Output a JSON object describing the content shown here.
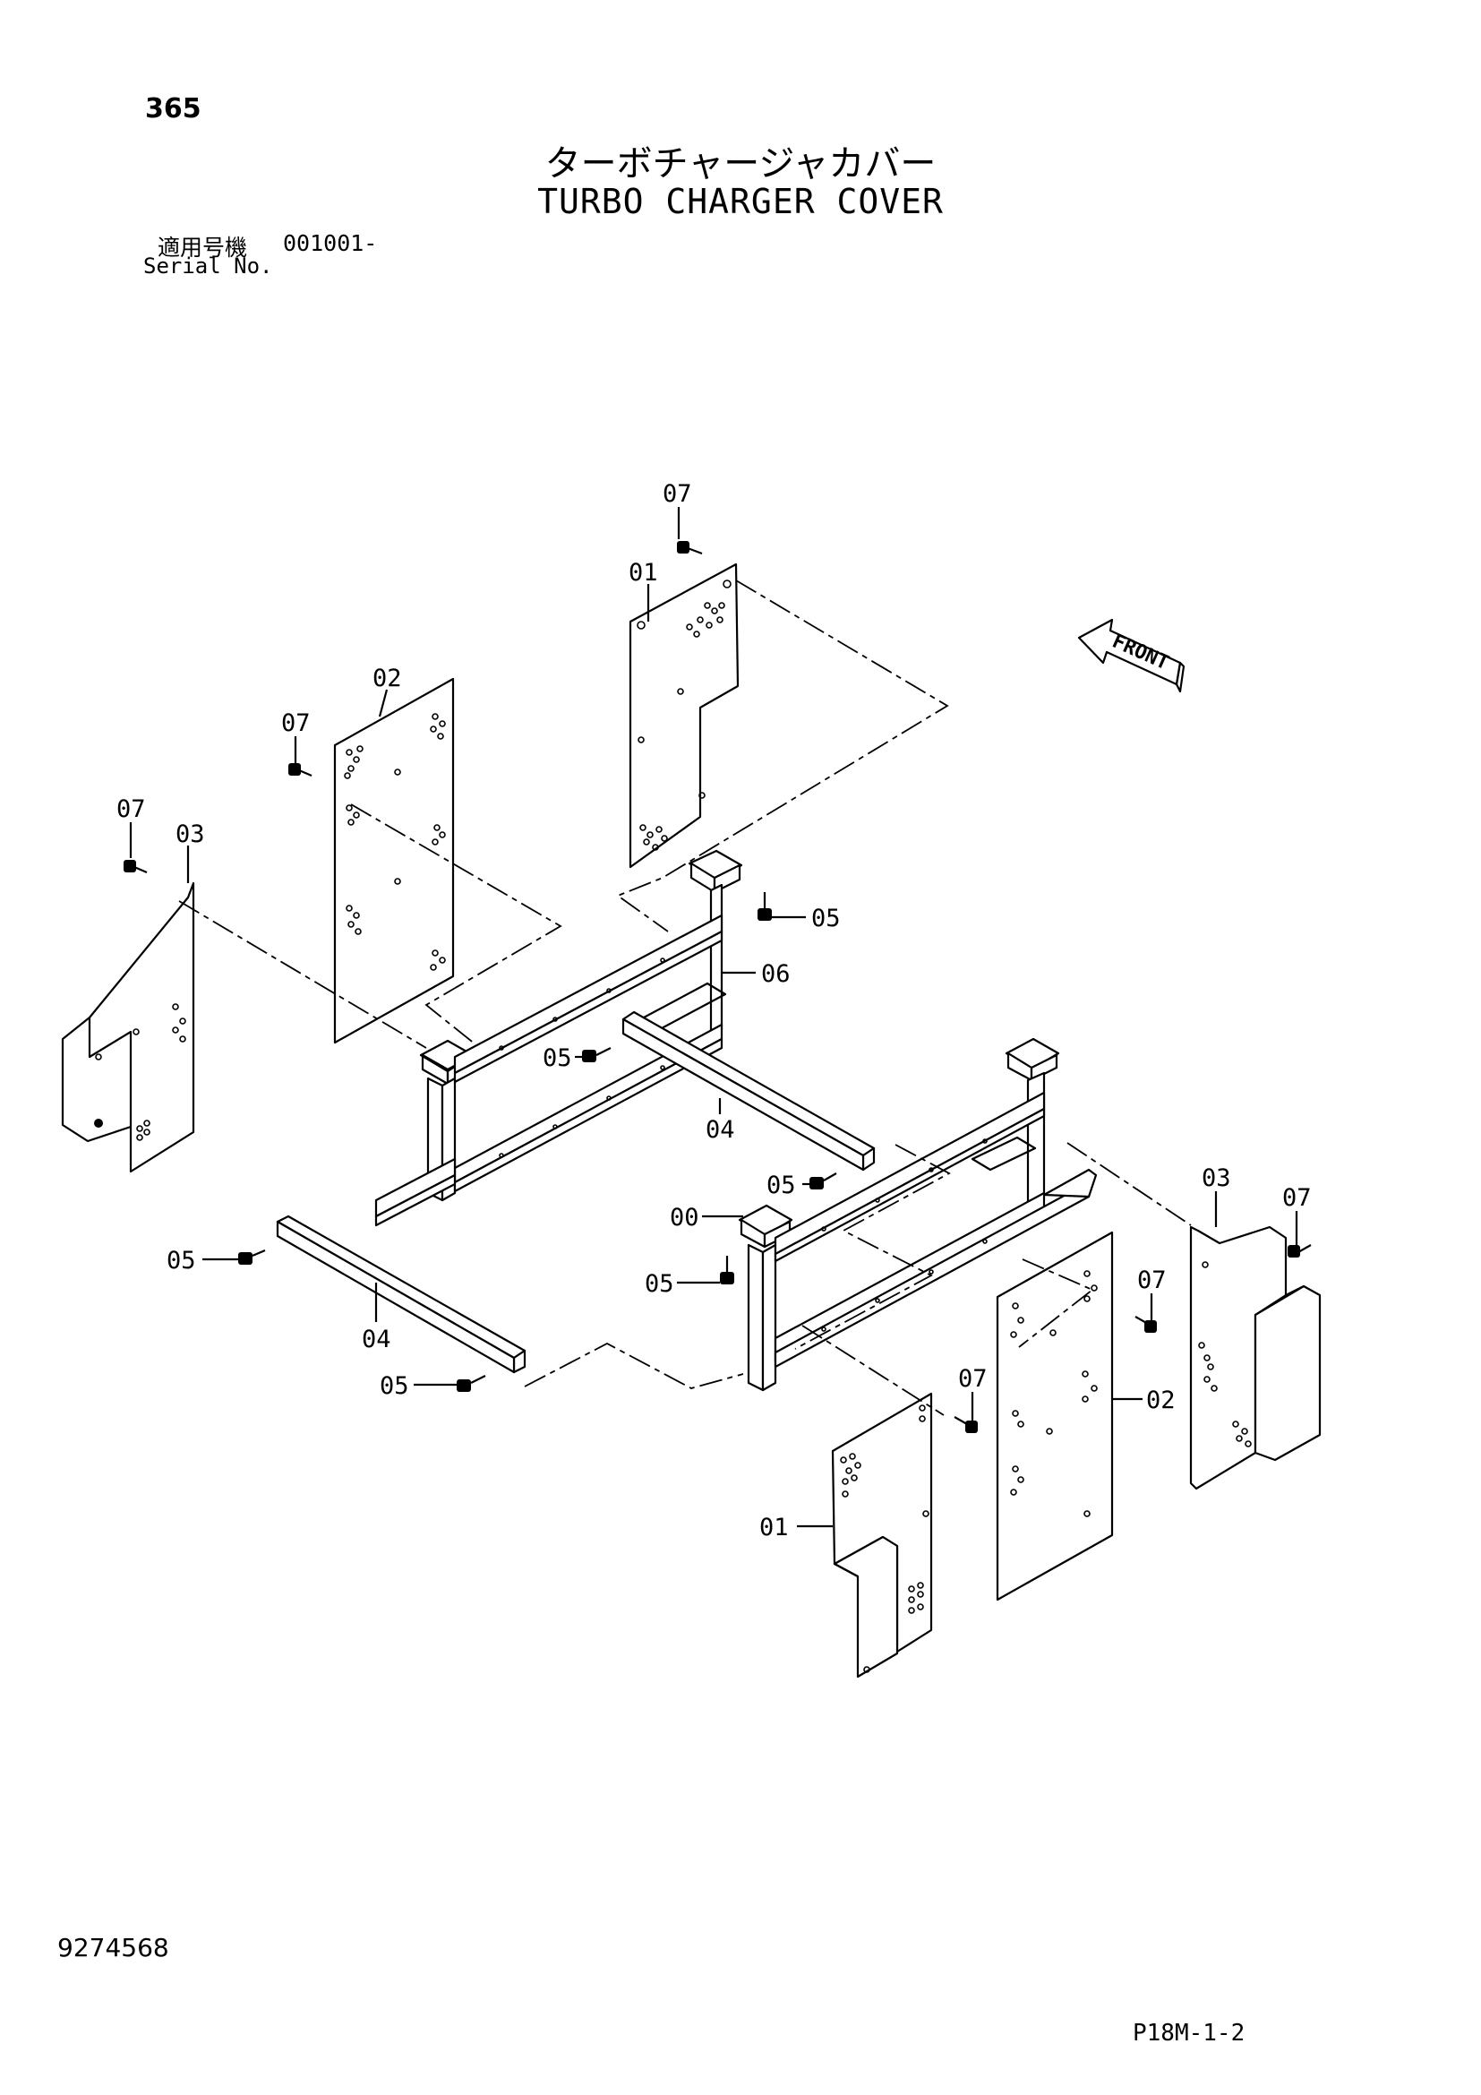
{
  "header": {
    "page_number": "365",
    "title_ja": "ターボチャージャカバー",
    "title_en": "TURBO CHARGER COVER",
    "serial_label_ja": "適用号機",
    "serial_value": "001001-",
    "serial_label_en": "Serial No."
  },
  "footer": {
    "doc_number": "9274568",
    "page_code": "P18M-1-2"
  },
  "front_label": "FRONT",
  "callouts": {
    "top_07": "07",
    "top_01": "01",
    "left_02": "02",
    "left_07a": "07",
    "left_07b": "07",
    "left_03": "03",
    "right_05_top": "05",
    "right_06": "06",
    "mid_05": "05",
    "mid_04": "04",
    "mid_05b": "05",
    "mid_00": "00",
    "mid_05c": "05",
    "left_05": "05",
    "bot_04": "04",
    "bot_05": "05",
    "right_03": "03",
    "right_07a": "07",
    "right_07b": "07",
    "right_02": "02",
    "bot_07": "07",
    "bot_01": "01"
  }
}
